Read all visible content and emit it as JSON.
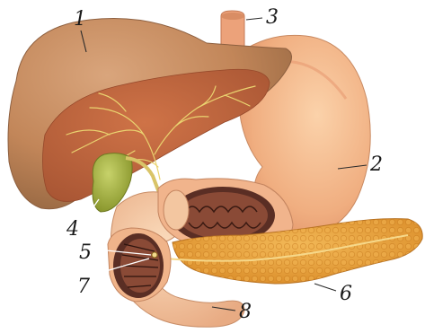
{
  "callouts": [
    {
      "id": "1",
      "label": "1"
    },
    {
      "id": "2",
      "label": "2"
    },
    {
      "id": "3",
      "label": "3"
    },
    {
      "id": "4",
      "label": "4"
    },
    {
      "id": "5",
      "label": "5"
    },
    {
      "id": "6",
      "label": "6"
    },
    {
      "id": "7",
      "label": "7"
    },
    {
      "id": "8",
      "label": "8"
    }
  ],
  "colors": {
    "liver_outer": "#c58a5e",
    "liver_inner": "#b8603c",
    "bile_ducts": "#e8d46a",
    "stomach": "#f0b486",
    "gallbladder": "#9fae3a",
    "pancreas": "#e8a23c",
    "duodenum": "#f3c6a0",
    "mucosa": "#6a3a2e"
  }
}
